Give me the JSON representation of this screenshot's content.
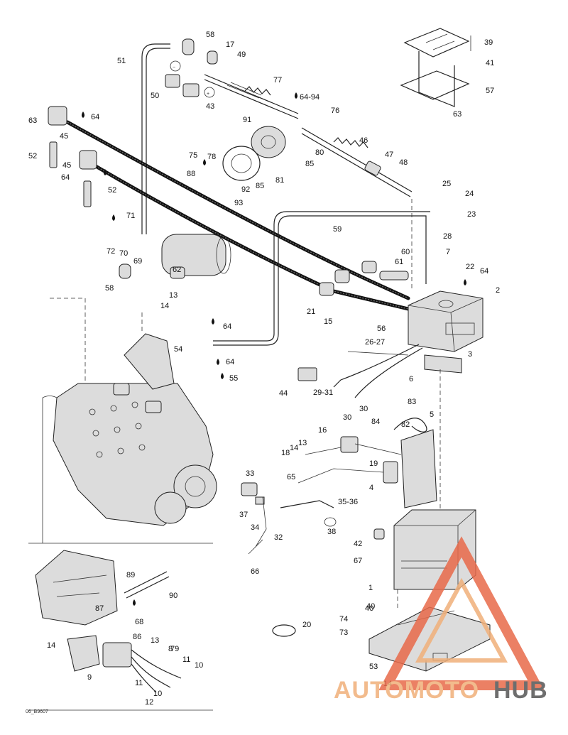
{
  "diagram": {
    "labels": [
      "58",
      "17",
      "49",
      "51",
      "50",
      "43",
      "77",
      "64-94",
      "63",
      "64",
      "45",
      "91",
      "76",
      "52",
      "46",
      "47",
      "48",
      "75",
      "78",
      "88",
      "80",
      "85",
      "81",
      "92",
      "93",
      "85",
      "25",
      "24",
      "23",
      "28",
      "59",
      "71",
      "72",
      "70",
      "69",
      "60",
      "61",
      "7",
      "22",
      "64",
      "62",
      "58",
      "13",
      "14",
      "64",
      "21",
      "15",
      "56",
      "2",
      "26-27",
      "3",
      "54",
      "64",
      "55",
      "6",
      "44",
      "29-31",
      "30",
      "30",
      "83",
      "84",
      "82",
      "5",
      "16",
      "13",
      "14",
      "18",
      "19",
      "4",
      "33",
      "65",
      "37",
      "34",
      "35-36",
      "38",
      "32",
      "66",
      "42",
      "67",
      "1",
      "40",
      "89",
      "90",
      "87",
      "68",
      "74",
      "73",
      "20",
      "14",
      "86",
      "13",
      "79",
      "11",
      "10",
      "9",
      "8",
      "11",
      "10",
      "12",
      "53",
      "14",
      "40",
      "39",
      "41",
      "57",
      "63",
      "45",
      "64",
      "52"
    ],
    "reference_code": "06_B9607"
  },
  "watermark": {
    "brand_part1": "AUTOMOTO",
    "brand_part2": "HUB",
    "color_primary": "#e86a4a",
    "color_secondary": "#f0b07a",
    "color_dark": "#555555"
  }
}
